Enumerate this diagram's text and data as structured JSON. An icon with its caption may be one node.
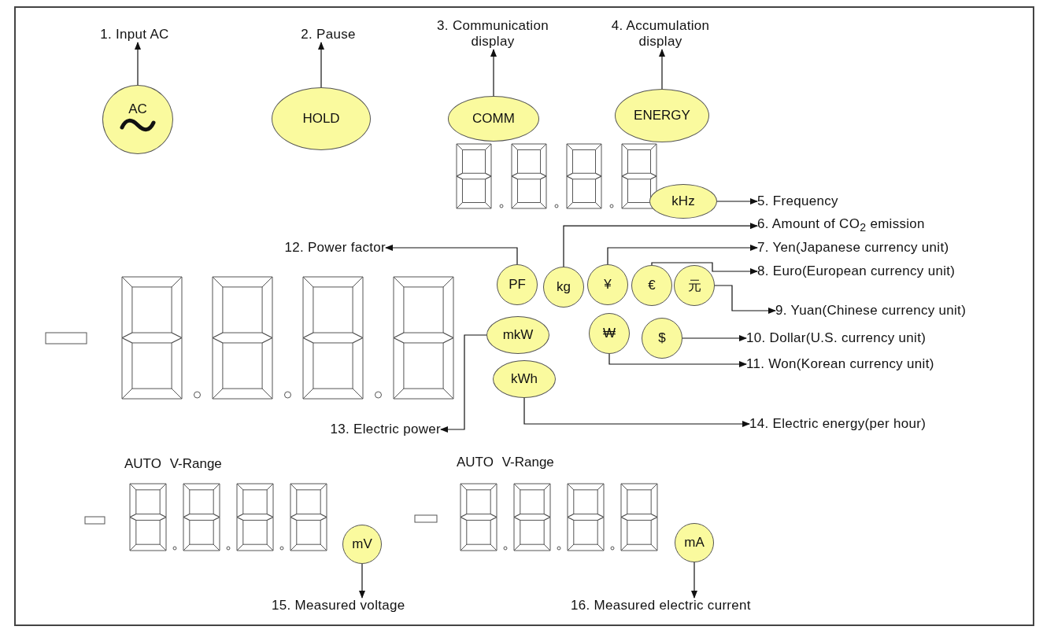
{
  "diagram": {
    "nodes": [
      {
        "text": [
          "AC"
        ]
      },
      {
        "text": [
          "1. Input AC"
        ]
      },
      {
        "text": [
          "HOLD"
        ]
      },
      {
        "text": [
          "2. Pause"
        ]
      },
      {
        "text": [
          "COMM"
        ]
      },
      {
        "text": [
          "3. Communication display"
        ]
      },
      {
        "text": [
          "ENERGY"
        ]
      },
      {
        "text": [
          "4. Accumulation display"
        ]
      },
      {
        "text": [
          "kHz"
        ]
      },
      {
        "text": [
          "5. Frequency"
        ]
      },
      {
        "text": [
          "PF"
        ]
      },
      {
        "text": [
          "12. Power factor"
        ]
      },
      {
        "text": [
          "kg"
        ]
      },
      {
        "text": [
          "6. Amount of CO$_{2}$ emission"
        ]
      },
      {
        "text": [
          "¥"
        ]
      },
      {
        "text": [
          "7. Yen(Japanese currency unit)"
        ]
      },
      {
        "text": [
          "€"
        ]
      },
      {
        "text": [
          "8. Euro(European currency unit)"
        ]
      },
      {
        "text": [
          "元"
        ]
      },
      {
        "text": [
          "9. Yuan(Chinese currency unit)"
        ]
      },
      {
        "text": [
          "mkW"
        ]
      },
      {
        "text": [
          "13. Electric power"
        ]
      },
      {
        "text": [
          "₩"
        ]
      },
      {
        "text": [
          "$"
        ]
      },
      {
        "text": [
          "10. Dollar(U.S. currency unit)"
        ]
      },
      {
        "text": [
          "11. Won(Korean currency unit)"
        ]
      },
      {
        "text": [
          "kWh"
        ]
      },
      {
        "text": [
          "14. Electric energy(per hour)"
        ]
      },
      {
        "text": [
          "mV"
        ]
      },
      {
        "text": [
          "15. Measured voltage"
        ]
      },
      {
        "text": [
          "mA"
        ]
      },
      {
        "text": [
          "16. Measured electric current"
        ]
      }
    ],
    "edges": [
      {
        "from": 0,
        "to": 1,
        "arrow": "to"
      },
      {
        "from": 2,
        "to": 3,
        "arrow": "to"
      },
      {
        "from": 4,
        "to": 5,
        "arrow": "to"
      },
      {
        "from": 6,
        "to": 7,
        "arrow": "to"
      },
      {
        "from": 8,
        "to": 9,
        "arrow": "to"
      },
      {
        "from": 10,
        "to": 11,
        "arrow": "to"
      },
      {
        "from": 12,
        "to": 13,
        "arrow": "to"
      },
      {
        "from": 14,
        "to": 15,
        "arrow": "to"
      },
      {
        "from": 16,
        "to": 17,
        "arrow": "to"
      },
      {
        "from": 18,
        "to": 19,
        "arrow": "to"
      },
      {
        "from": 23,
        "to": 24,
        "arrow": "to"
      },
      {
        "from": 22,
        "to": 25,
        "arrow": "to"
      },
      {
        "from": 20,
        "to": 21,
        "arrow": "to"
      },
      {
        "from": 26,
        "to": 27,
        "arrow": "to"
      },
      {
        "from": 28,
        "to": 29,
        "arrow": "to"
      },
      {
        "from": 30,
        "to": 31,
        "arrow": "to"
      }
    ],
    "labels": [
      "AUTO V-Range",
      "AUTO V-Range"
    ]
  }
}
